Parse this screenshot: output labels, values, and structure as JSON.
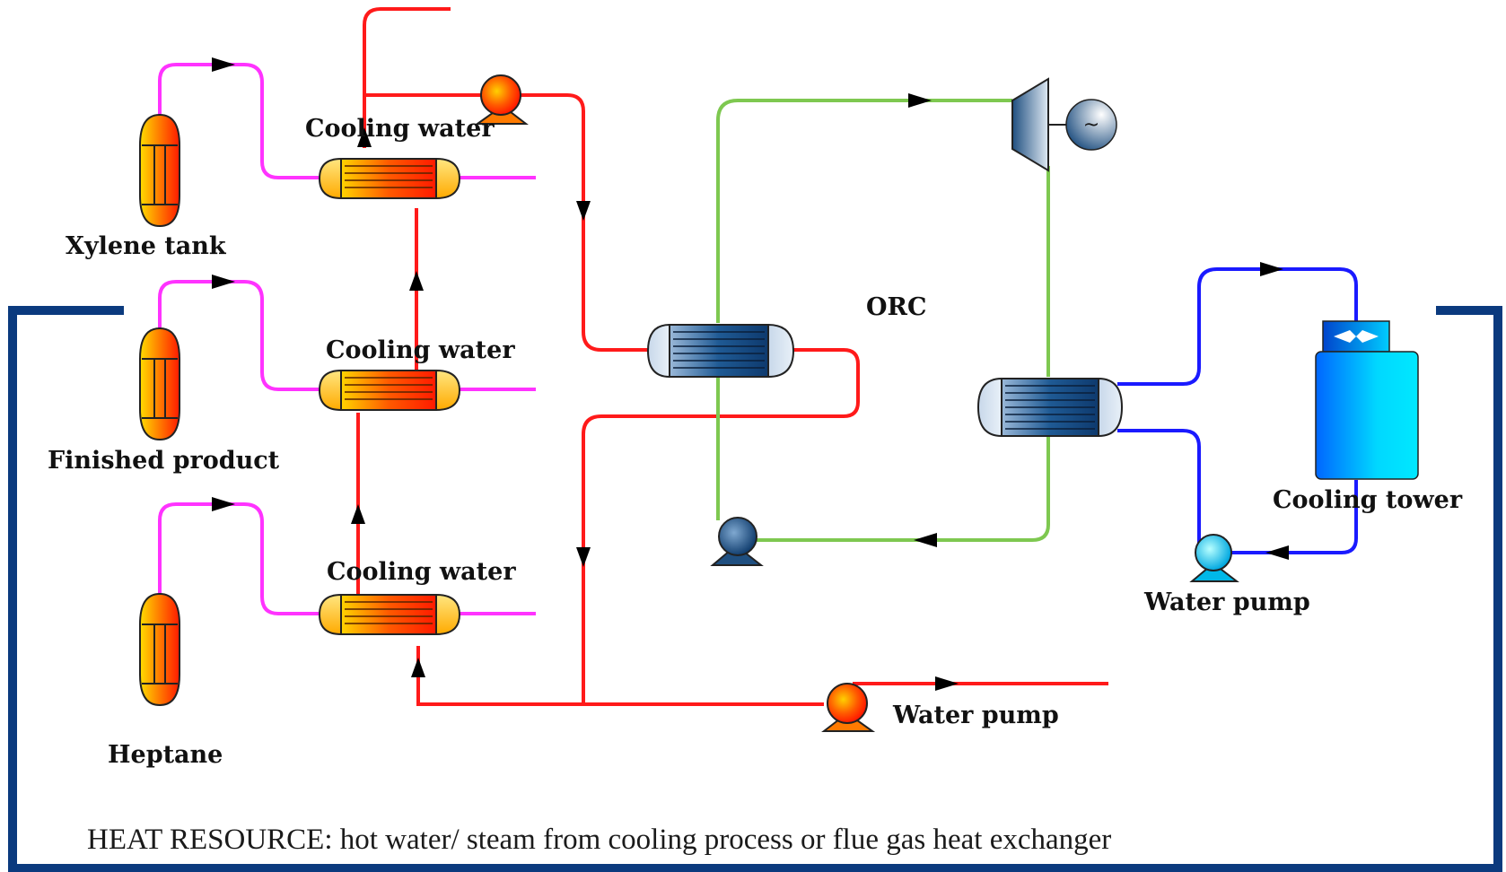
{
  "labels": {
    "xylene_tank": "Xylene  tank",
    "finished_product": "Finished product",
    "heptane": "Heptane",
    "cooling_water_top": "Cooling water",
    "cooling_water_mid": "Cooling water",
    "cooling_water_bot": "Cooling water",
    "orc": "ORC",
    "cooling_tower": "Cooling tower",
    "water_pump_right": "Water pump",
    "water_pump_bottom": "Water pump",
    "generator_symbol": "~"
  },
  "footer": "HEAT RESOURCE:  hot water/ steam  from cooling process or  flue gas heat exchanger",
  "colors": {
    "hot_water": "#ff1a1a",
    "process": "#ff33ff",
    "orc_loop": "#7ec850",
    "cooling_loop": "#1a1aff",
    "frame": "#0b3a7e"
  }
}
